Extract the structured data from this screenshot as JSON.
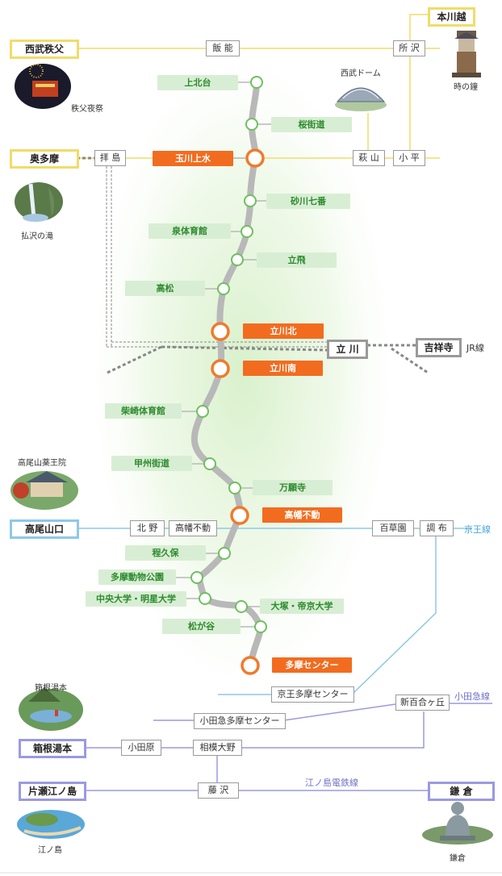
{
  "monorail_stations": {
    "kamikitadai": "上北台",
    "sakura_kaido": "桜街道",
    "tamagawa_josui": "玉川上水",
    "sunagawa_nanaban": "砂川七番",
    "izumi_taiikukan": "泉体育館",
    "tachihi": "立飛",
    "takamatsu": "高松",
    "tachikawa_kita": "立川北",
    "tachikawa_minami": "立川南",
    "shibasaki_taiikukan": "柴崎体育館",
    "koshu_kaido": "甲州街道",
    "manganji": "万願寺",
    "takahata_fudo": "高幡不動",
    "hodokubo": "程久保",
    "tama_dobutsu_koen": "多摩動物公園",
    "chuo_meisei": "中央大学・明星大学",
    "otsuka_teikyo": "大塚・帝京大学",
    "matsugaya": "松が谷",
    "tama_center": "多摩センター"
  },
  "boxes": {
    "hanno": "飯 能",
    "tokorozawa": "所 沢",
    "haijima": "拝 島",
    "hagiyama": "萩 山",
    "kodaira": "小 平",
    "tachikawa": "立 川",
    "kitano": "北 野",
    "takahata_fudo_box": "高幡不動",
    "mogusaen": "百草園",
    "chofu": "調 布",
    "keio_tama_center": "京王多摩センター",
    "odakyu_tama_center": "小田急多摩センター",
    "shinyurigaoka": "新百合ヶ丘",
    "odawara": "小田原",
    "sagami_ono": "相模大野",
    "fujisawa": "藤 沢"
  },
  "terminals": {
    "hon_kawagoe": "本川越",
    "seibu_chichibu": "西武秩父",
    "okutama": "奥多摩",
    "kichijoji": "吉祥寺",
    "takaosanguchi": "高尾山口",
    "hakone_yumoto": "箱根湯本",
    "katase_enoshima": "片瀬江ノ島",
    "kamakura": "鎌 倉"
  },
  "line_labels": {
    "jr": "JR線",
    "keio": "京王線",
    "odakyu": "小田急線",
    "enoden": "江ノ島電鉄線"
  },
  "landmarks": {
    "seibu_dome": "西武ドーム",
    "toki_no_kane": "時の鐘",
    "chichibu_yomatsuri": "秩父夜祭",
    "hossawa_falls": "払沢の滝",
    "yakuoin": "高尾山薬王院",
    "hakone_yumoto_label": "箱根湯本",
    "enoshima": "江ノ島",
    "kamakura_label": "鎌倉"
  },
  "colors": {
    "monorail": "#b8b8b8",
    "station_green_bg": "#d8eed4",
    "station_green_text": "#2e8a2e",
    "transfer_orange": "#f26c1f",
    "seibu_yellow": "#f0dc6a",
    "keio_blue": "#8ec8e8",
    "odakyu_purple": "#9a9ae0",
    "jr_gray": "#9a9a9a"
  }
}
